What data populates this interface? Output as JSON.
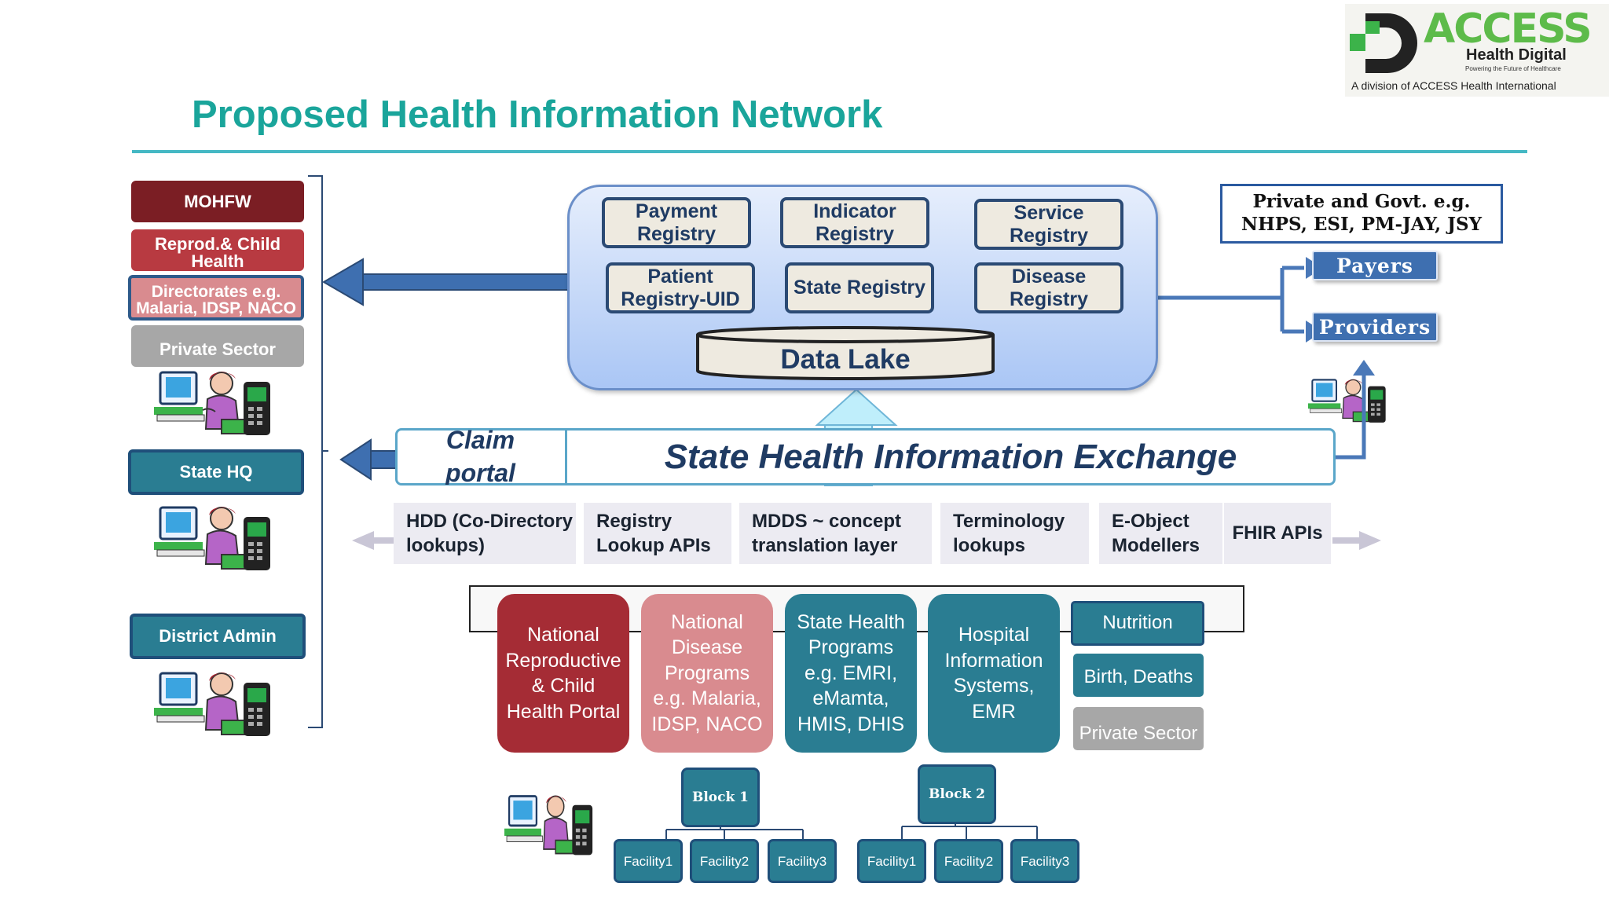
{
  "title": "Proposed Health Information Network",
  "logo": {
    "brand_text": "ACCESS",
    "sub": "Health Digital",
    "tagline": "Powering the Future of Healthcare",
    "division": "A division of ACCESS Health International"
  },
  "left_stack": {
    "mohfw": "MOHFW",
    "rch": "Reprod.& Child Health",
    "directorates": "Directorates e.g. Malaria, IDSP, NACO",
    "private": "Private Sector",
    "state_hq": "State HQ",
    "district": "District Admin"
  },
  "data_lake": {
    "registries": [
      "Payment Registry",
      "Indicator Registry",
      "Service Registry",
      "Patient Registry-UID",
      "State Registry",
      "Disease Registry"
    ],
    "lake_label": "Data Lake"
  },
  "payers_box": {
    "line1": "Private and Govt. e.g.",
    "line2": "NHPS, ESI, PM-JAY, JSY",
    "payers": "Payers",
    "providers": "Providers"
  },
  "hie": {
    "claim_portal": "Claim portal",
    "title": "State Health Information Exchange"
  },
  "services": [
    "HDD (Co-Directory lookups)",
    "Registry Lookup APIs",
    "MDDS ~ concept translation layer",
    "Terminology lookups",
    "E-Object Modellers",
    "FHIR APIs"
  ],
  "sources": {
    "rch_portal": "National Reproductive & Child Health Portal",
    "disease": "National Disease Programs e.g. Malaria, IDSP, NACO",
    "state_programs": "State Health Programs e.g. EMRI, eMamta, HMIS, DHIS",
    "his": "Hospital Information Systems, EMR",
    "nutrition": "Nutrition",
    "birth": "Birth, Deaths",
    "private": "Private Sector"
  },
  "blocks": [
    {
      "name": "Block 1",
      "facilities": [
        "Facility1",
        "Facility2",
        "Facility3"
      ]
    },
    {
      "name": "Block 2",
      "facilities": [
        "Facility1",
        "Facility2",
        "Facility3"
      ]
    }
  ],
  "icons": [
    "computer-user-icon",
    "mobile-phone-icon",
    "arrow-icon"
  ],
  "colors": {
    "title_teal": "#1aa59b",
    "dark_red": "#7b1e24",
    "red": "#b83a41",
    "pink": "#d98b8f",
    "teal": "#2a7d92",
    "grey": "#a7a7a7",
    "blue": "#3e6fb0",
    "lake_blue": "#c5d8f8"
  }
}
